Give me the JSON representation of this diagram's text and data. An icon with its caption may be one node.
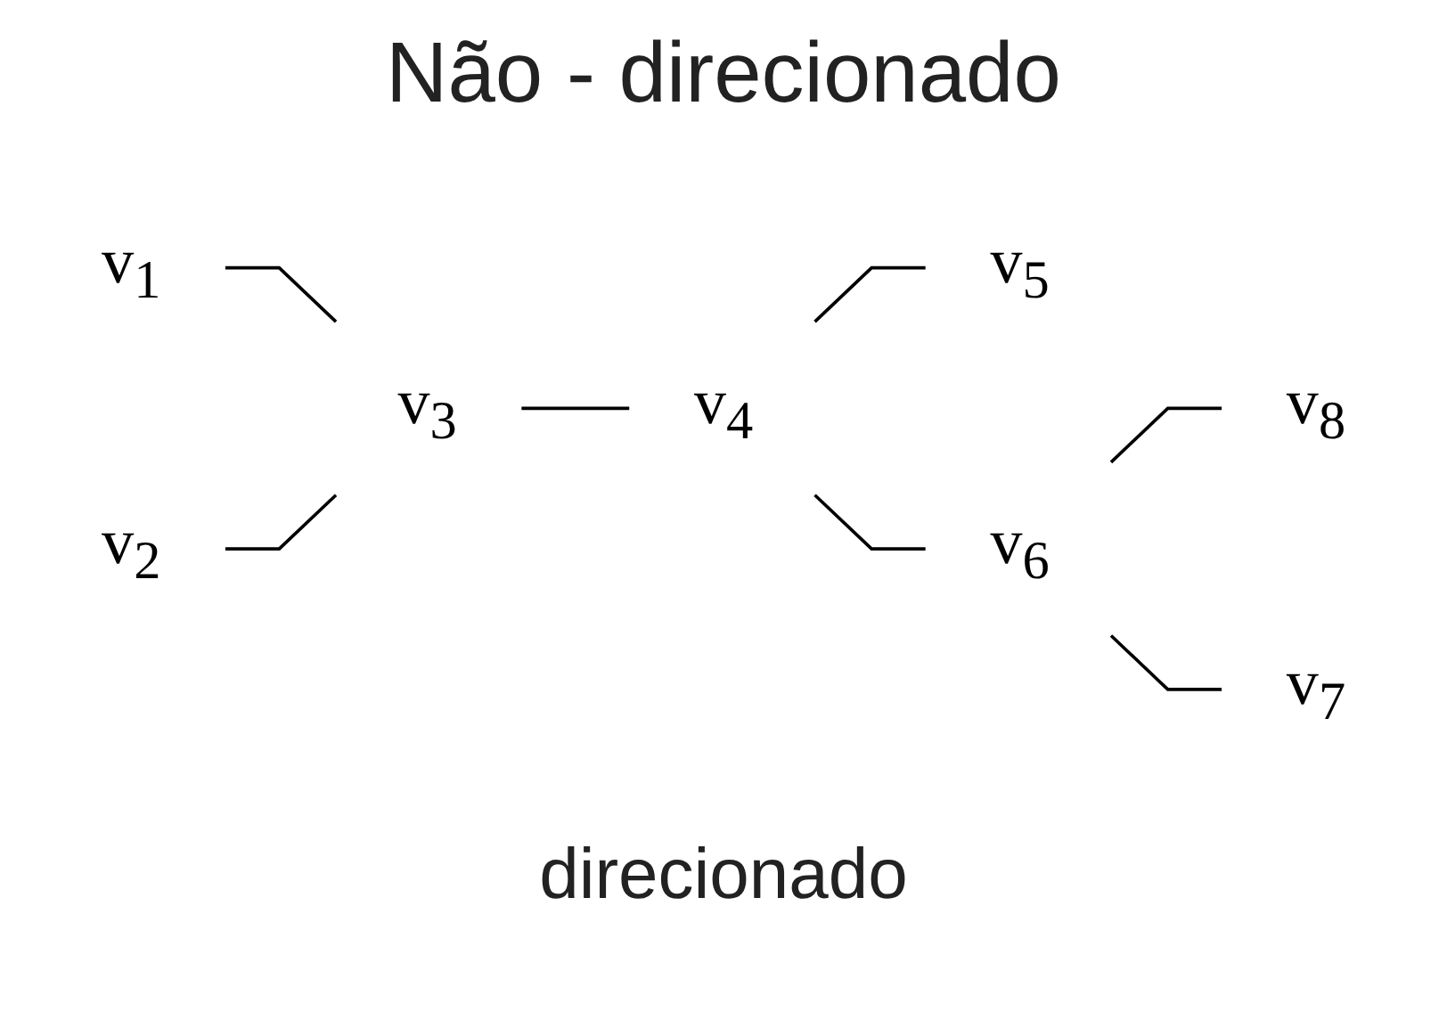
{
  "diagram": {
    "title": "Não - direcionado",
    "nodes": [
      {
        "text": [
          "v$_{1}$"
        ]
      },
      {
        "text": [
          "v$_{2}$"
        ]
      },
      {
        "text": [
          "v$_{3}$"
        ]
      },
      {
        "text": [
          "v$_{4}$"
        ]
      },
      {
        "text": [
          "v$_{5}$"
        ]
      },
      {
        "text": [
          "v$_{6}$"
        ]
      },
      {
        "text": [
          "v$_{7}$"
        ]
      },
      {
        "text": [
          "v$_{8}$"
        ]
      }
    ],
    "edges": [
      {
        "from": 0,
        "to": 2,
        "arrow": "none"
      },
      {
        "from": 1,
        "to": 2,
        "arrow": "none"
      },
      {
        "from": 2,
        "to": 3,
        "arrow": "none"
      },
      {
        "from": 3,
        "to": 4,
        "arrow": "none"
      },
      {
        "from": 3,
        "to": 5,
        "arrow": "none"
      },
      {
        "from": 5,
        "to": 7,
        "arrow": "none"
      },
      {
        "from": 5,
        "to": 6,
        "arrow": "none"
      }
    ],
    "labels": [
      "direcionado"
    ]
  }
}
